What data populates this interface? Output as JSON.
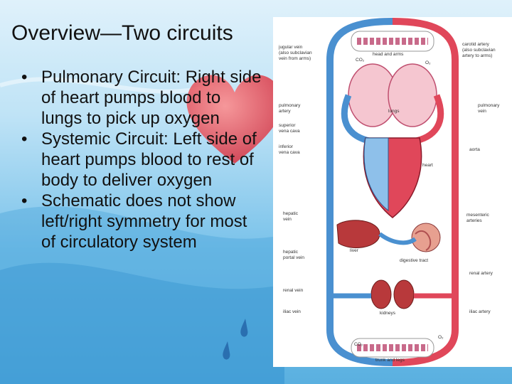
{
  "slide": {
    "title": "Overview—Two circuits",
    "bullets": [
      "Pulmonary Circuit: Right side of heart pumps blood to lungs to pick up oxygen",
      "Systemic Circuit:  Left side of heart pumps blood to rest of body to deliver oxygen",
      "Schematic does not show left/right symmetry for most of circulatory system"
    ]
  },
  "diagram": {
    "labels": {
      "jugular": [
        "jugular vein",
        "(also subclavian",
        "vein from arms)"
      ],
      "head_arms": "head and arms",
      "carotid": [
        "carotid artery",
        "(also subclavian",
        "artery to arms)"
      ],
      "co2_top": "CO₂",
      "o2_top": "O₂",
      "pulmonary_artery": [
        "pulmonary",
        "artery"
      ],
      "lungs": "lungs",
      "pulmonary_vein": [
        "pulmonary",
        "vein"
      ],
      "superior_vena_cava": [
        "superior",
        "vena cava"
      ],
      "inferior_vena_cava": [
        "inferior",
        "vena cava"
      ],
      "aorta": "aorta",
      "heart": "heart",
      "hepatic_vein": [
        "hepatic",
        "vein"
      ],
      "mesenteric": [
        "mesenteric",
        "arteries"
      ],
      "liver": "liver",
      "hepatic_portal": [
        "hepatic",
        "portal vein"
      ],
      "digestive": "digestive tract",
      "renal_artery": "renal artery",
      "renal_vein": "renal vein",
      "kidneys": "kidneys",
      "iliac_vein": "iliac vein",
      "iliac_artery": "iliac artery",
      "co2_bottom": "CO₂",
      "o2_bottom": "O₂",
      "trunk": "trunk and legs"
    },
    "colors": {
      "oxygenated": "#e0475a",
      "deoxygenated": "#4a90d0",
      "organ": "#c0392b"
    }
  }
}
